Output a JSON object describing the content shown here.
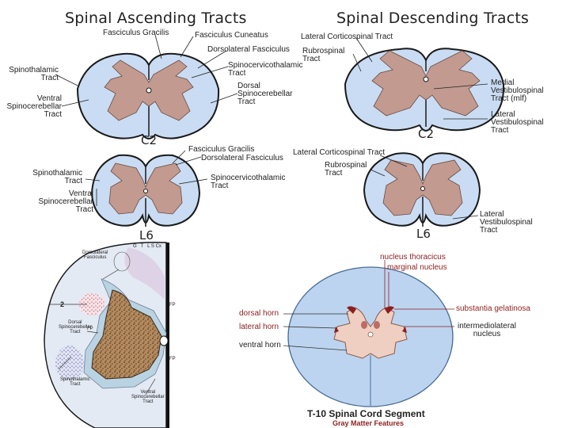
{
  "titles": {
    "ascending": "Spinal Ascending Tracts",
    "descending": "Spinal Descending Tracts"
  },
  "ascending_c2": {
    "segment": "C2",
    "labels": {
      "fasciculus_gracilis": "Fasciculus Gracilis",
      "fasciculus_cuneatus": "Fasciculus Cuneatus",
      "dorsolateral_fasciculus": "Dorsolateral Fasciculus",
      "spinothalamic": "Spinothalamic\nTract",
      "spinocervicothalamic": "Spinocervicothalamic\nTract",
      "ventral_spinocerebellar": "Ventral\nSpinocerebellar\nTract",
      "dorsal_spinocerebellar": "Dorsal\nSpinocerebellar\nTract"
    }
  },
  "ascending_l6": {
    "segment": "L6",
    "labels": {
      "fasciculus_gracilis": "Fasciculus Gracilis",
      "dorsolateral_fasciculus": "Dorsolateral Fasciculus",
      "spinothalamic": "Spinothalamic\nTract",
      "spinocervicothalamic": "Spinocervicothalamic\nTract",
      "ventral_spinocerebellar": "Ventral\nSpinocerebellar\nTract"
    }
  },
  "descending_c2": {
    "segment": "C2",
    "labels": {
      "lateral_corticospinal": "Lateral Corticospinal Tract",
      "rubrospinal": "Rubrospinal\nTract",
      "medial_vestibulospinal": "Medial\nVestibulospinal\nTract (mlf)",
      "lateral_vestibulospinal": "Lateral\nVestibulospinal\nTract"
    }
  },
  "descending_l6": {
    "segment": "L6",
    "labels": {
      "lateral_corticospinal": "Lateral Corticospinal Tract",
      "rubrospinal": "Rubrospinal\nTract",
      "lateral_vestibulospinal": "Lateral\nVestibulospinal\nTract"
    }
  },
  "histology": {
    "top_labels": "G   T   L S Cx",
    "dorsolateral_fasciculus": "Dorsolateral\nFasciculus",
    "dorsal_spinocerebellar": "Dorsal\nSpinocerebellar\nTract",
    "spinothalamic": "Spinothalamic\nTract",
    "ventral_spinocerebellar": "Ventral\nSpinocerebellar\nTract",
    "fp": "FP",
    "number": "2"
  },
  "t10": {
    "title": "T-10 Spinal Cord Segment",
    "subtitle": "Gray Matter Features",
    "labels": {
      "nucleus_thoracicus": "nucleus thoracicus",
      "marginal_nucleus": "marginal nucleus",
      "substantia_gelatinosa": "substantia gelatinosa",
      "dorsal_horn": "dorsal horn",
      "lateral_horn": "lateral horn",
      "intermediolateral_nucleus": "intermediolateral\nnucleus",
      "ventral_horn": "ventral horn"
    }
  },
  "colors": {
    "white_matter": "#c9dcf3",
    "gray_matter": "#c39a8f",
    "outline": "#1a1a1a",
    "t10_white": "#bcd4ef",
    "t10_gray": "#efcfc2",
    "t10_accent": "#8e1e1e"
  }
}
